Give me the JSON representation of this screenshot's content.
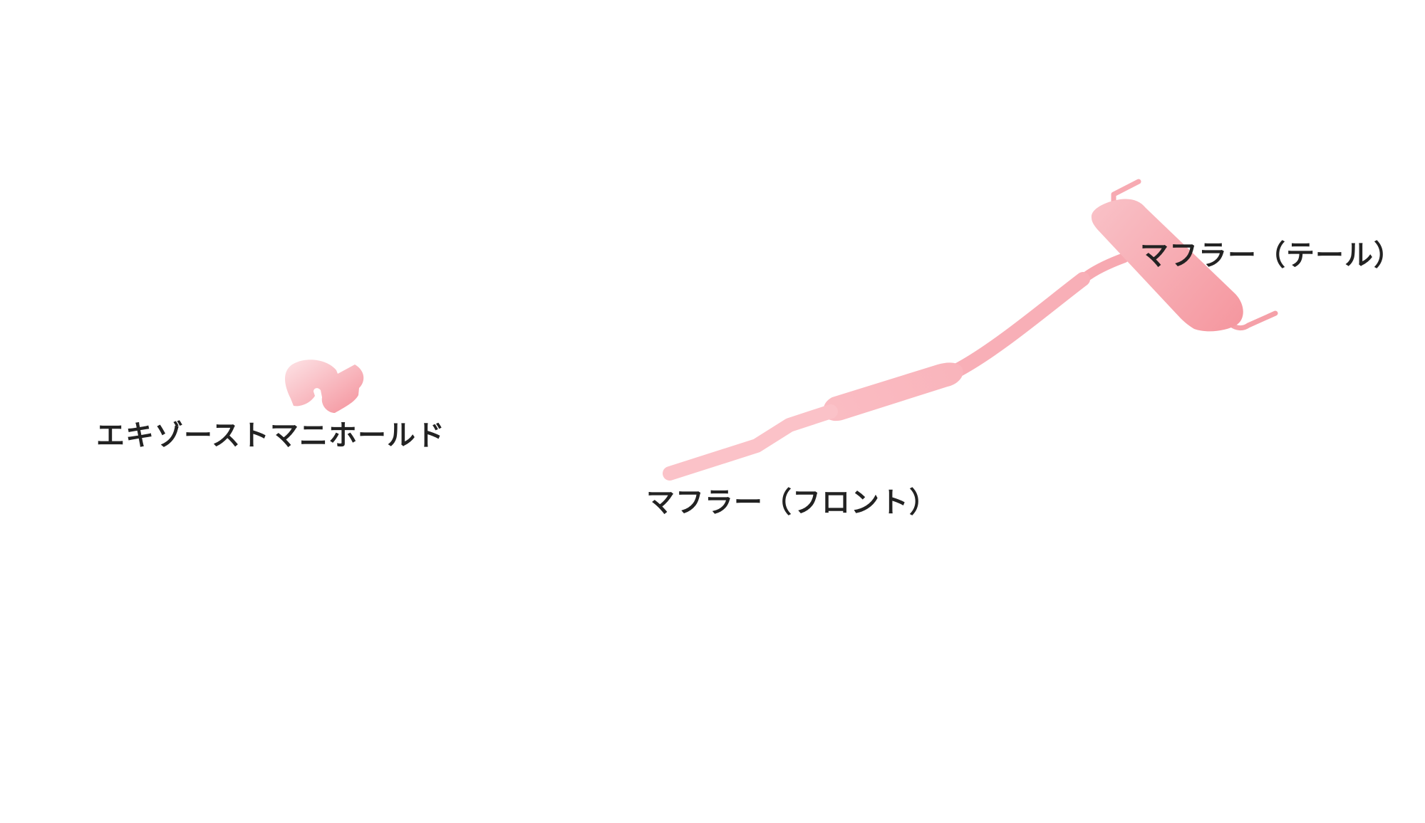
{
  "parts": {
    "exhaust_manifold": {
      "label": "エキゾーストマニホールド"
    },
    "muffler_front": {
      "label": "マフラー（フロント）"
    },
    "muffler_tail": {
      "label": "マフラー（テール）"
    }
  },
  "colors": {
    "part_light": "#fbd3d8",
    "part_mid": "#f8b3bb",
    "part_dark": "#f59aa2",
    "label_text": "#222222",
    "background": "#ffffff"
  }
}
